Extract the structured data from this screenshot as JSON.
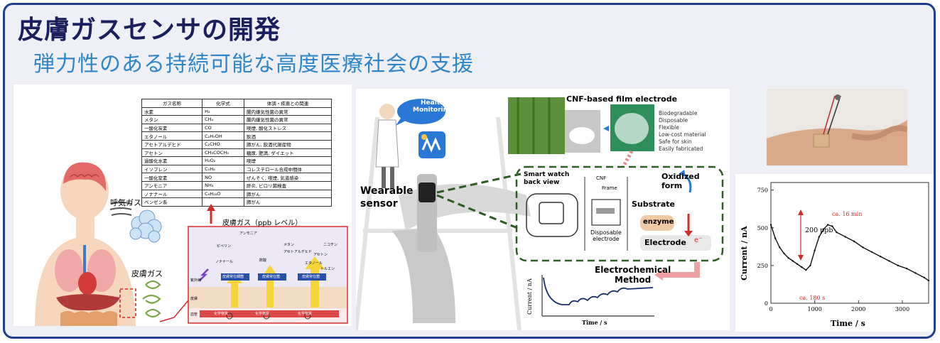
{
  "title": "皮膚ガスセンサの開発",
  "subtitle": "弾力性のある持続可能な高度医療社会の支援",
  "gas_table": {
    "headers": [
      "ガス名称",
      "化学式",
      "体調・疾患との関連"
    ],
    "rows": [
      [
        "水素",
        "H₂",
        "腸内嫌気性菌の異常"
      ],
      [
        "メタン",
        "CH₄",
        "腸内嫌気性菌の異常"
      ],
      [
        "一酸化炭素",
        "CO",
        "喫煙, 酸化ストレス"
      ],
      [
        "エタノール",
        "C₂H₅OH",
        "飲酒"
      ],
      [
        "アセトアルデヒド",
        "C₂CHO",
        "肺がん, 飲酒代謝産物"
      ],
      [
        "アセトン",
        "CH₃COCH₃",
        "糖尿, 肥満, ダイエット"
      ],
      [
        "過酸化水素",
        "H₂O₂",
        "喫煙"
      ],
      [
        "イソプレン",
        "C₅H₈",
        "コレステロール合成中間体"
      ],
      [
        "一酸化窒素",
        "NO",
        "ぜんそく, 喫煙, 気道感染"
      ],
      [
        "アンモニア",
        "NH₃",
        "肝炎, ピロリ菌検査"
      ],
      [
        "ノナナール",
        "C₉H₁₈O",
        "肺がん"
      ],
      [
        "ベンゼン系",
        "",
        "肺がん"
      ]
    ]
  },
  "body_labels": {
    "breath_gas": "呼気ガス",
    "skin_gas": "皮膚ガス",
    "skin_gas_ppb": "皮膚ガス（ppb レベル）"
  },
  "skin_diagram": {
    "gases": [
      "アンモニア",
      "ピペリン",
      "ノナナール",
      "メタン",
      "アセトアルデヒド",
      "エタノール",
      "ニコチン",
      "トルエン",
      "アセトン",
      "酢酸"
    ],
    "layers": [
      "紫外線",
      "皮膚",
      "血管"
    ],
    "boxes": [
      "皮膚常在細菌",
      "皮膚常在菌",
      "皮膚常在菌"
    ],
    "flow": [
      "化学物質",
      "化学物質",
      "化学物質"
    ]
  },
  "wearable": {
    "health_bubble": "Health\nMonitoring",
    "wearable_label": "Wearable\nsensor",
    "film_title": "CNF-based film electrode",
    "film_props": [
      "Biodegradable",
      "Disposable",
      "Flexible",
      "Low-cost material",
      "Safe for skin",
      "Easily fabricated"
    ],
    "watch_label": "Smart watch\nback view",
    "cnf_label": "CNF",
    "frame_label": "Frame",
    "disposable_label": "Disposable\nelectrode",
    "oxidized": "Oxidized\nform",
    "substrate": "Substrate",
    "enzyme": "enzyme",
    "electrode": "Electrode",
    "electron": "e⁻",
    "method": "Electrochemical\nMethod",
    "ylabel": "Current / nA",
    "xlabel": "Time / s"
  },
  "chart_data": {
    "type": "line",
    "xlabel": "Time  / s",
    "ylabel": "Current  / nA",
    "xlim": [
      0,
      3600
    ],
    "ylim": [
      0,
      800
    ],
    "xticks": [
      0,
      1000,
      2000,
      3000
    ],
    "yticks": [
      0,
      250,
      500,
      750
    ],
    "annotations": [
      "ca. 16 min",
      "200 ppb",
      "ca. 180 s"
    ],
    "series": [
      {
        "x": [
          0,
          100,
          200,
          300,
          400,
          500,
          600,
          700,
          800,
          900,
          1000,
          1100,
          1200,
          1300,
          1400,
          1500,
          1700,
          1900,
          2100,
          2300,
          2500,
          2700,
          2900,
          3100,
          3300,
          3500,
          3600
        ],
        "y": [
          520,
          430,
          370,
          330,
          300,
          280,
          260,
          240,
          220,
          250,
          350,
          440,
          490,
          520,
          510,
          470,
          440,
          410,
          370,
          340,
          310,
          280,
          250,
          230,
          200,
          170,
          150
        ]
      }
    ]
  },
  "colors": {
    "title": "#1b1f5e",
    "subtitle": "#2f86c8",
    "border": "#1f3f8f",
    "accent_red": "#d62a2a",
    "dashed_green": "#2f5a24"
  }
}
